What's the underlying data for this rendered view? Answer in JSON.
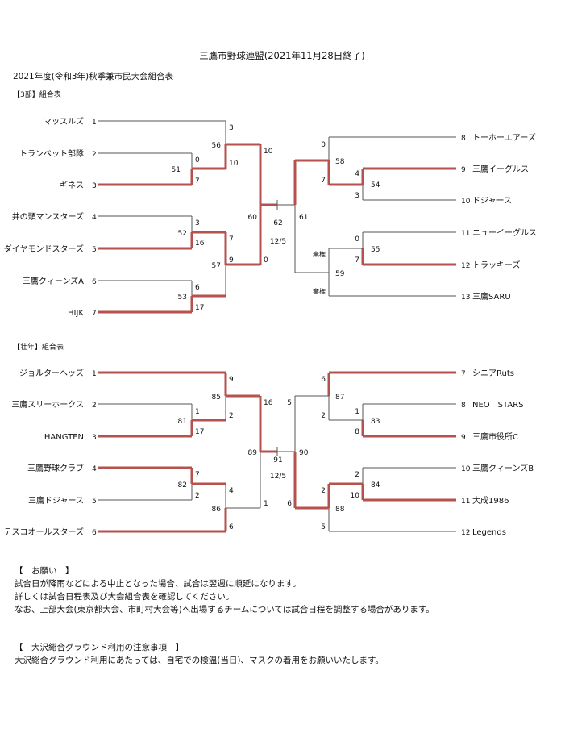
{
  "header": {
    "title": "三鷹市野球連盟(2021年11月28日終了)",
    "subtitle": "2021年度(令和3年)秋季兼市民大会組合表"
  },
  "division3": {
    "label": "【3部】組合表",
    "teams": [
      {
        "no": "1",
        "name": "マッスルズ",
        "win": false
      },
      {
        "no": "2",
        "name": "トランペット部隊",
        "win": false
      },
      {
        "no": "3",
        "name": "ギネス",
        "win": true
      },
      {
        "no": "4",
        "name": "井の頭マンスターズ",
        "win": false
      },
      {
        "no": "5",
        "name": "ダイヤモンドスターズ",
        "win": true
      },
      {
        "no": "6",
        "name": "三鷹クィーンズA",
        "win": false
      },
      {
        "no": "7",
        "name": "HIJK",
        "win": true
      },
      {
        "no": "8",
        "name": "トーホーエアーズ",
        "win": false
      },
      {
        "no": "9",
        "name": "三鷹イーグルス",
        "win": true
      },
      {
        "no": "10",
        "name": "ドジャース",
        "win": false
      },
      {
        "no": "11",
        "name": "ニューイーグルス",
        "win": false
      },
      {
        "no": "12",
        "name": "トラッキーズ",
        "win": true
      },
      {
        "no": "13",
        "name": "三鷹SARU",
        "win": false
      }
    ],
    "games": {
      "g51": "51",
      "s51a": "0",
      "s51b": "7",
      "g56": "56",
      "s56a": "3",
      "s56b": "10",
      "g52": "52",
      "s52a": "3",
      "s52b": "16",
      "g53": "53",
      "s53a": "6",
      "s53b": "17",
      "g57": "57",
      "s57a": "7",
      "s57b": "9",
      "g60": "60",
      "s60a": "10",
      "s60b": "0",
      "g54": "54",
      "s54a": "4",
      "s54b": "3",
      "g58": "58",
      "s58a": "0",
      "s58b": "7",
      "g55": "55",
      "s55a": "0",
      "s55b": "7",
      "g59": "59",
      "s59a": "棄権",
      "s59b": "棄権",
      "g61": "61",
      "g62": "62",
      "final_date": "12/5"
    }
  },
  "senior": {
    "label": "【壮年】組合表",
    "teams": [
      {
        "no": "1",
        "name": "ジョルターヘッズ",
        "win": true
      },
      {
        "no": "2",
        "name": "三鷹スリーホークス",
        "win": false
      },
      {
        "no": "3",
        "name": "HANGTEN",
        "win": true
      },
      {
        "no": "4",
        "name": "三鷹野球クラブ",
        "win": true
      },
      {
        "no": "5",
        "name": "三鷹ドジャース",
        "win": false
      },
      {
        "no": "6",
        "name": "テスコオールスターズ",
        "win": true
      },
      {
        "no": "7",
        "name": "シニアRuts",
        "win": true
      },
      {
        "no": "8",
        "name": "NEO　STARS",
        "win": false
      },
      {
        "no": "9",
        "name": "三鷹市役所C",
        "win": true
      },
      {
        "no": "10",
        "name": "三鷹クィーンズB",
        "win": false
      },
      {
        "no": "11",
        "name": "大成1986",
        "win": true
      },
      {
        "no": "12",
        "name": "Legends",
        "win": false
      }
    ],
    "games": {
      "g81": "81",
      "s81a": "1",
      "s81b": "17",
      "g85": "85",
      "s85a": "9",
      "s85b": "2",
      "g82": "82",
      "s82a": "7",
      "s82b": "2",
      "g86": "86",
      "s86a": "4",
      "s86b": "6",
      "g89": "89",
      "s89a": "16",
      "s89b": "1",
      "g83": "83",
      "s83a": "1",
      "s83b": "8",
      "g87": "87",
      "s87a": "6",
      "s87b": "2",
      "g84": "84",
      "s84a": "2",
      "s84b": "10",
      "g88": "88",
      "s88a": "2",
      "s88b": "5",
      "g90": "90",
      "s90a": "5",
      "s90b": "6",
      "g91": "91",
      "final_date": "12/5"
    }
  },
  "notes": {
    "request_title": "【　お願い　】",
    "request_lines": [
      "試合日が降雨などによる中止となった場合、試合は翌週に順延になります。",
      "詳しくは試合日程表及び大会組合表を確認してください。",
      "なお、上部大会(東京都大会、市町村大会等)へ出場するチームについては試合日程を調整する場合があります。"
    ],
    "ground_title": "【　大沢総合グラウンド利用の注意事項　】",
    "ground_lines": [
      "大沢総合グラウンド利用にあたっては、自宅での検温(当日)、マスクの着用をお願いいたします。"
    ]
  },
  "colors": {
    "line": "#555555",
    "winner": "#b5524d"
  }
}
